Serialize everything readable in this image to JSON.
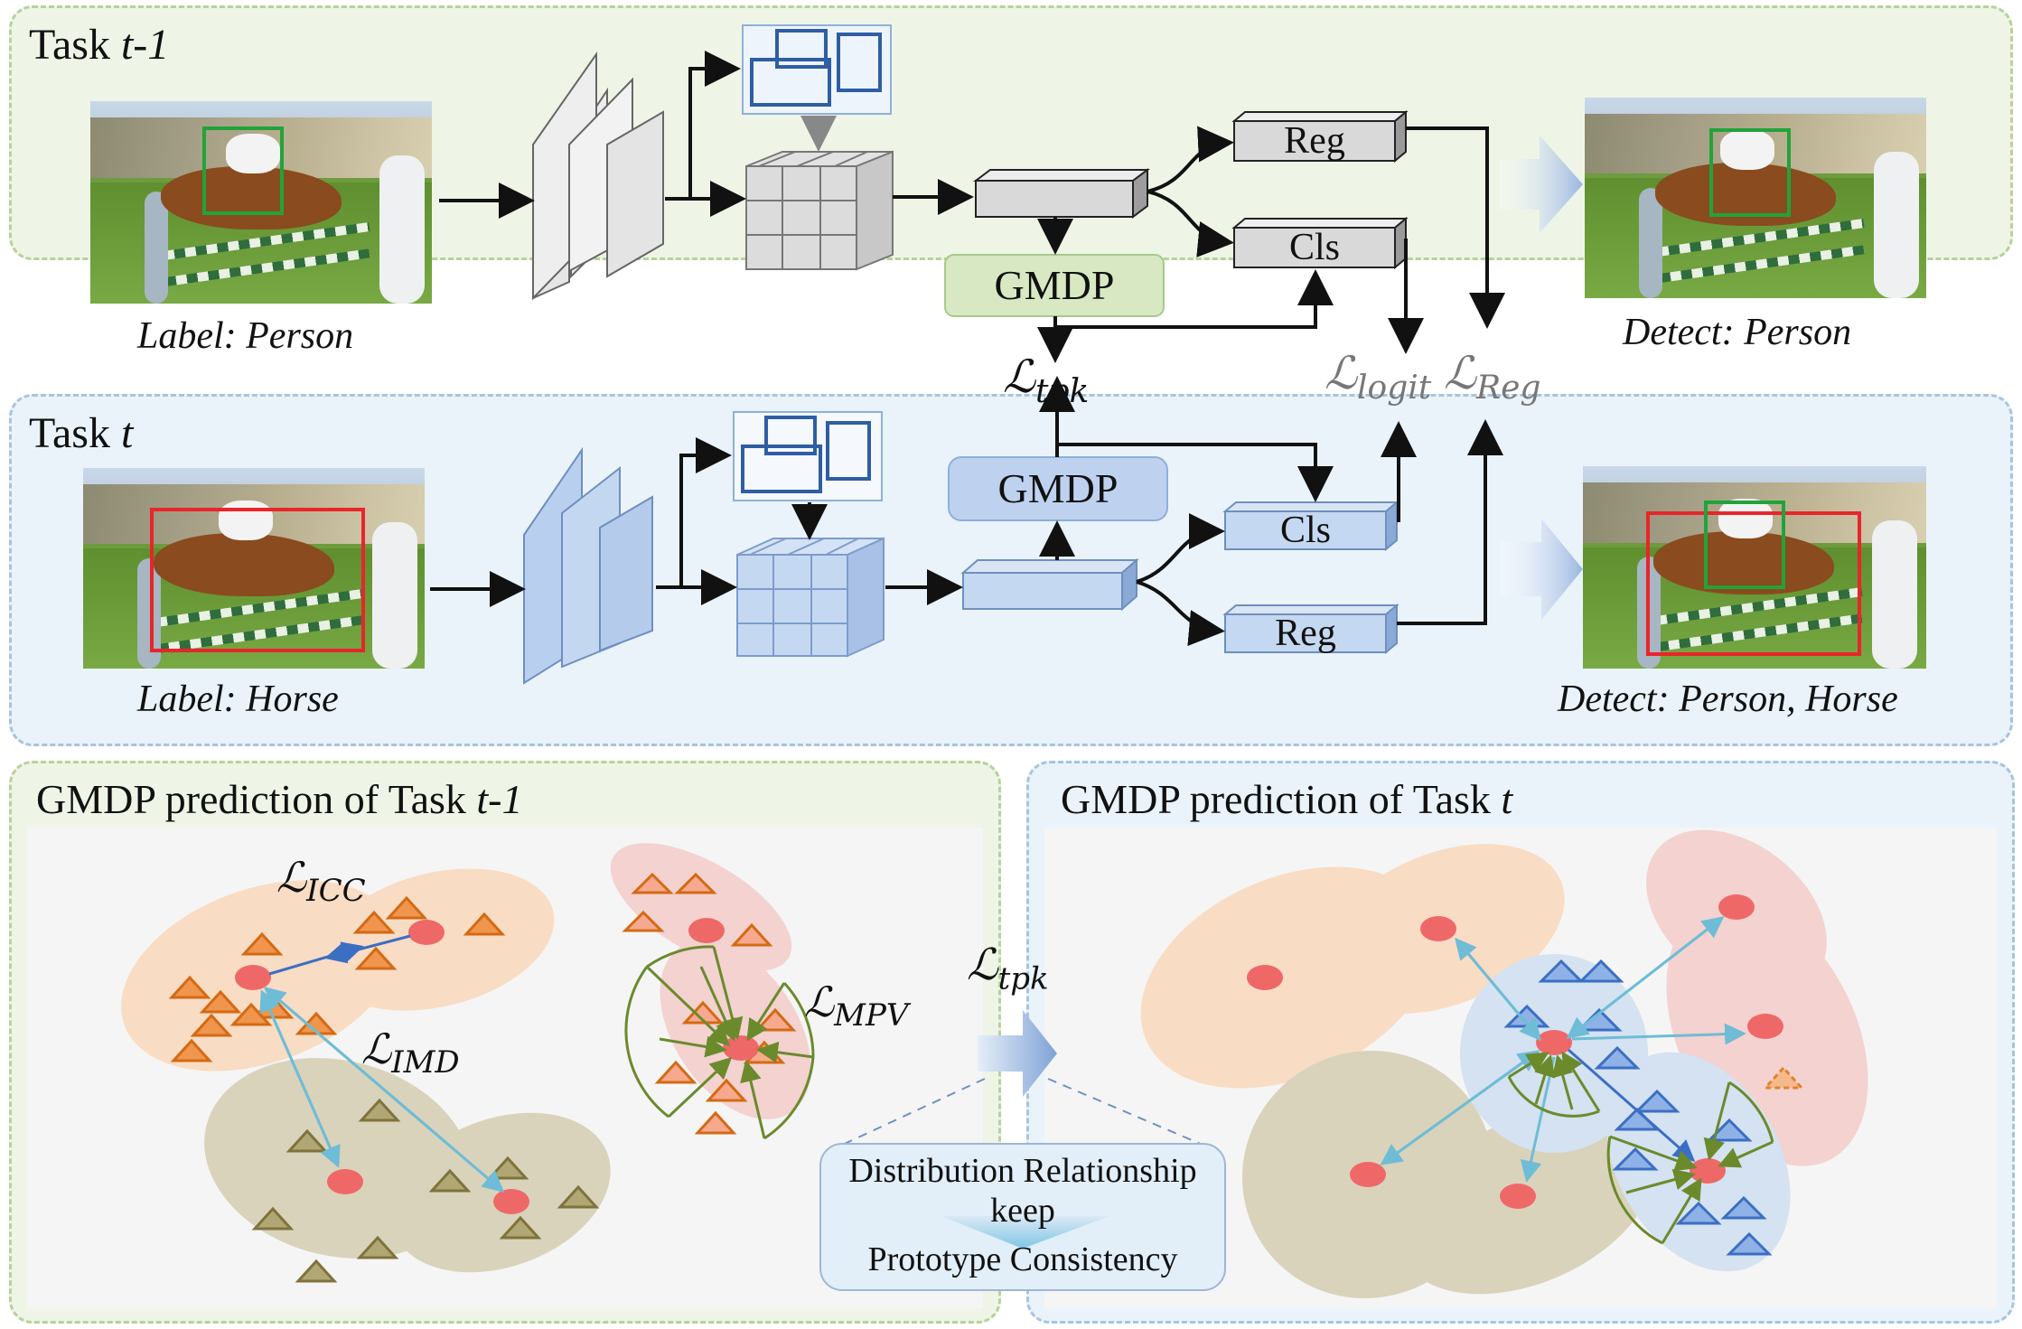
{
  "panels": {
    "task_prev_title": "Task ",
    "task_prev_title_italic": "t-1",
    "task_cur_title": "Task ",
    "task_cur_title_italic": "t",
    "gmdp_prev_title": "GMDP prediction of Task ",
    "gmdp_prev_title_italic": "t-1",
    "gmdp_cur_title": "GMDP prediction of Task ",
    "gmdp_cur_title_italic": "t"
  },
  "task_prev": {
    "input_label": "Label: Person",
    "output_label": "Detect: Person",
    "module": "GMDP",
    "reg": "Reg",
    "cls": "Cls"
  },
  "task_cur": {
    "input_label": "Label: Horse",
    "output_label": "Detect: Person, Horse",
    "module": "GMDP",
    "reg": "Reg",
    "cls": "Cls"
  },
  "losses": {
    "script_L": "ℒ",
    "tpk": "tpk",
    "logit": "logit",
    "reg": "Reg",
    "icc": "ICC",
    "imd": "IMD",
    "mpv": "MPV"
  },
  "callout": {
    "line1": "Distribution Relationship",
    "line2": "keep",
    "line3": "Prototype Consistency"
  },
  "colors": {
    "green_panel_bg": "#eef5e6",
    "green_panel_border": "#b7d29a",
    "blue_panel_bg": "#eaf3fa",
    "blue_panel_border": "#9fbedb",
    "gray_block": "#d9d9d9",
    "blue_block": "#c5d8f1",
    "gmdp_green": "#d7e8c3",
    "gmdp_blue": "#bed2ef",
    "orange_ellipse": "#f9dcc4",
    "pink_ellipse": "#f3d2cf",
    "olive_ellipse": "#d9d3bb",
    "light_blue_ellipse": "#d4e2f1",
    "orange_triangle": "#f0954d",
    "olive_triangle": "#8b7f4b",
    "blue_triangle": "#5b8ed3",
    "prototype_dot": "#ef6868",
    "gt_person_box": "#22a33a",
    "gt_horse_box": "#e8252a"
  }
}
